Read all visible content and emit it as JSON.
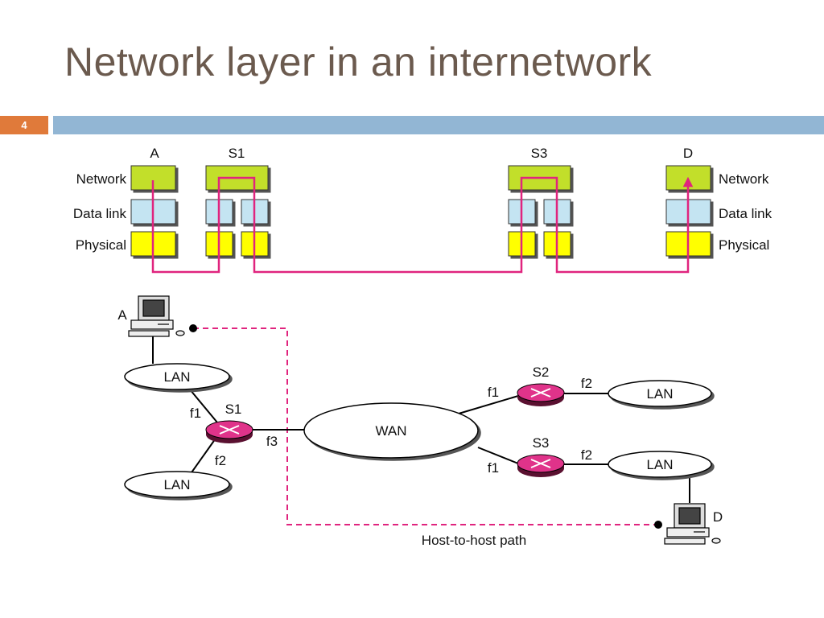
{
  "title": "Network layer in an internetwork",
  "page_number": "4",
  "stack": {
    "node_labels": {
      "a": "A",
      "s1": "S1",
      "s3": "S3",
      "d": "D"
    },
    "layer_labels_left": [
      "Network",
      "Data link",
      "Physical"
    ],
    "layer_labels_right": [
      "Network",
      "Data link",
      "Physical"
    ]
  },
  "topology": {
    "host_a": "A",
    "host_d": "D",
    "lan_top_left": "LAN",
    "lan_bottom_left": "LAN",
    "lan_s2": "LAN",
    "lan_s3": "LAN",
    "wan": "WAN",
    "router_s1": "S1",
    "router_s2": "S2",
    "router_s3": "S3",
    "s1_f1": "f1",
    "s1_f2": "f2",
    "s1_f3": "f3",
    "s2_f1": "f1",
    "s2_f2": "f2",
    "s3_f1": "f1",
    "s3_f2": "f2",
    "path_label": "Host-to-host path"
  },
  "colors": {
    "network_layer": "#c2df2a",
    "datalink_layer": "#c4e4f2",
    "physical_layer": "#ffff00",
    "path_solid": "#e0247e",
    "path_dashed": "#e0247e",
    "router": "#e0338a",
    "title": "#6b5a4e",
    "bar": "#92b6d4",
    "badge": "#e07a3a"
  }
}
